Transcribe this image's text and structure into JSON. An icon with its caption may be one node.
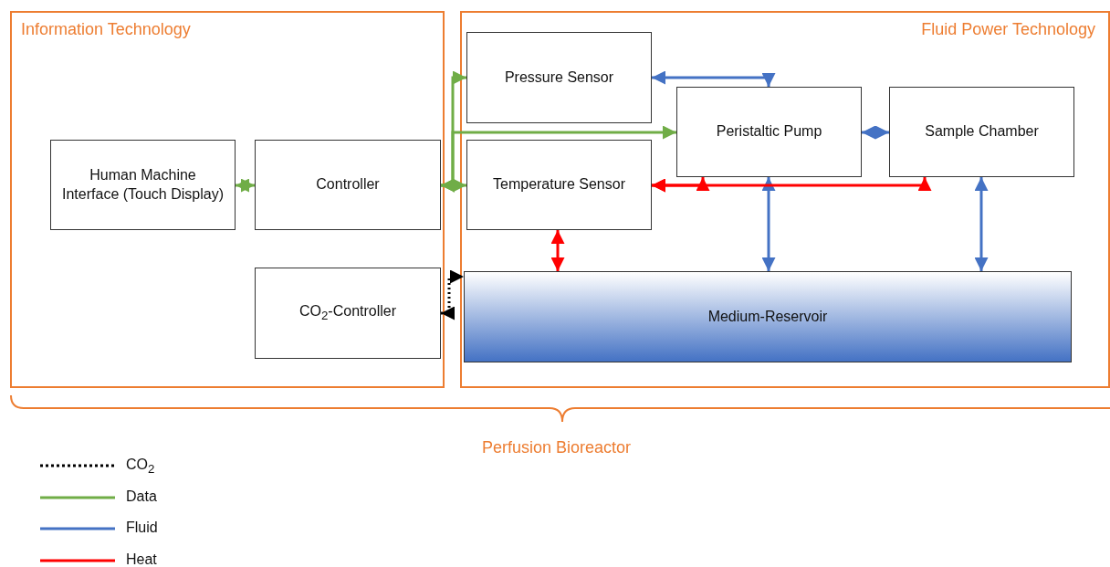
{
  "diagram": {
    "nodes": [
      {
        "text": [
          "Information Technology"
        ]
      },
      {
        "text": [
          "Fluid Power Technology"
        ]
      },
      {
        "text": [
          "Human Machine Interface (Touch Display)"
        ],
        "in": 0
      },
      {
        "text": [
          "Controller"
        ],
        "in": 0
      },
      {
        "text": [
          "CO$_{2}$-Controller"
        ],
        "in": 0
      },
      {
        "text": [
          "Pressure Sensor"
        ],
        "in": 1
      },
      {
        "text": [
          "Temperature Sensor"
        ],
        "in": 1
      },
      {
        "text": [
          "Peristaltic Pump"
        ],
        "in": 1
      },
      {
        "text": [
          "Sample Chamber"
        ],
        "in": 1
      },
      {
        "text": [
          "Medium-Reservoir"
        ],
        "in": 1
      }
    ],
    "edges": [
      {
        "from": 2,
        "to": 3,
        "arrow": "both",
        "color": "#70ad47"
      },
      {
        "from": 3,
        "to": 5,
        "arrow": "both",
        "color": "#70ad47"
      },
      {
        "from": 3,
        "to": 6,
        "arrow": "both",
        "color": "#70ad47"
      },
      {
        "from": 3,
        "to": 7,
        "arrow": "both",
        "color": "#70ad47"
      },
      {
        "from": 7,
        "to": 5,
        "arrow": "both",
        "color": "#4472c4"
      },
      {
        "from": 7,
        "to": 8,
        "arrow": "both",
        "color": "#4472c4"
      },
      {
        "from": 8,
        "to": 9,
        "arrow": "both",
        "color": "#4472c4"
      },
      {
        "from": 9,
        "to": 7,
        "arrow": "both",
        "color": "#4472c4"
      },
      {
        "from": 9,
        "to": 6,
        "arrow": "both",
        "color": "#ff0000"
      },
      {
        "from": 7,
        "to": 6,
        "arrow": "both",
        "color": "#ff0000"
      },
      {
        "from": 8,
        "to": 6,
        "arrow": "both",
        "color": "#ff0000"
      },
      {
        "from": 4,
        "to": 9,
        "arrow": "both",
        "style": "dashed",
        "color": "#000000"
      }
    ],
    "labels": [
      "Perfusion Bioreactor"
    ],
    "legend": [
      {
        "text": "CO$_{2}$"
      },
      {
        "text": "Data"
      },
      {
        "text": "Fluid"
      },
      {
        "text": "Heat"
      }
    ]
  }
}
